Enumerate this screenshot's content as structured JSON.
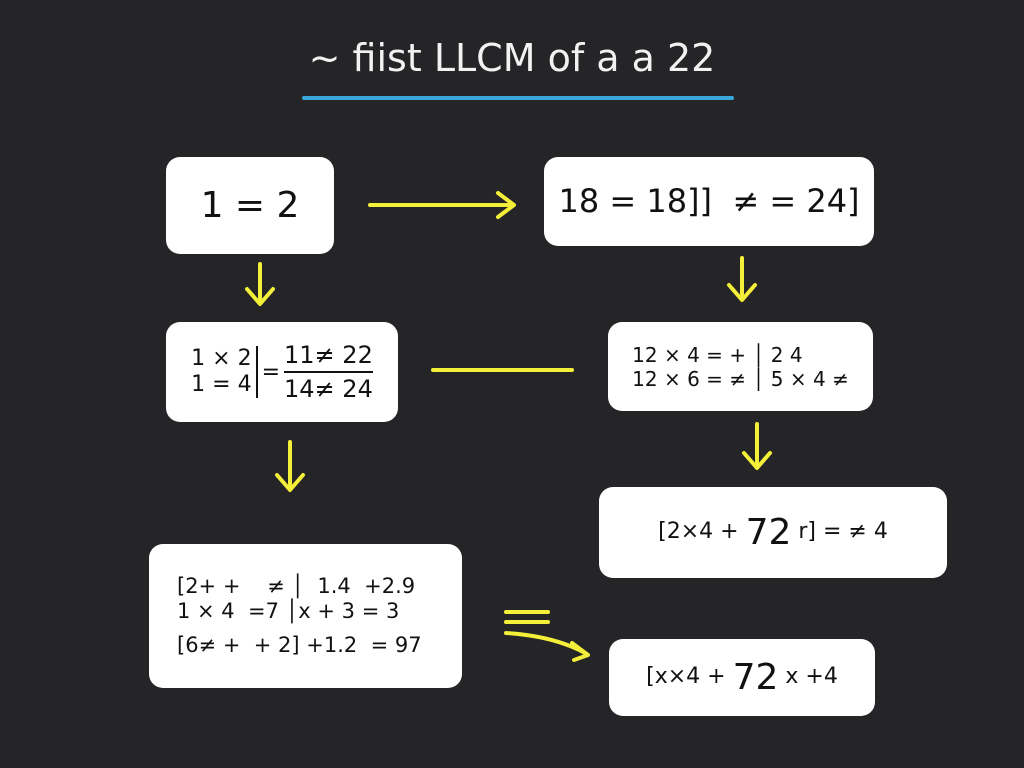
{
  "title": "~ fiist LLCM of a a 22",
  "colors": {
    "background": "#252528",
    "arrow": "#f4f03a",
    "underline": "#3aa6dc",
    "box": "#ffffff"
  },
  "boxes": {
    "a": {
      "text": "1 = 2"
    },
    "b": {
      "text": "18 = 18]]  ≠ = 24]"
    },
    "c": {
      "left_lines": [
        "1 × 2",
        "1 = 4"
      ],
      "equals": "=",
      "numerator": "11≠ 22",
      "denominator": "14≠ 24"
    },
    "d": {
      "lines": [
        "12 × 4 = + │ 2 4",
        "12 × 6 = ≠ │ 5 × 4 ≠"
      ]
    },
    "e": {
      "prefix": "[2×4 + ",
      "big": "72",
      "suffix": " r] = ≠ 4"
    },
    "f": {
      "lines": [
        "[2+ +    ≠ │  1.4  +2.9",
        "1 × 4  =7 │x + 3 = 3",
        "[6≠ +  + 2] +1.2  = 97"
      ]
    },
    "g": {
      "prefix": "[x×4 + ",
      "big": "72",
      "suffix": " x +4"
    }
  }
}
